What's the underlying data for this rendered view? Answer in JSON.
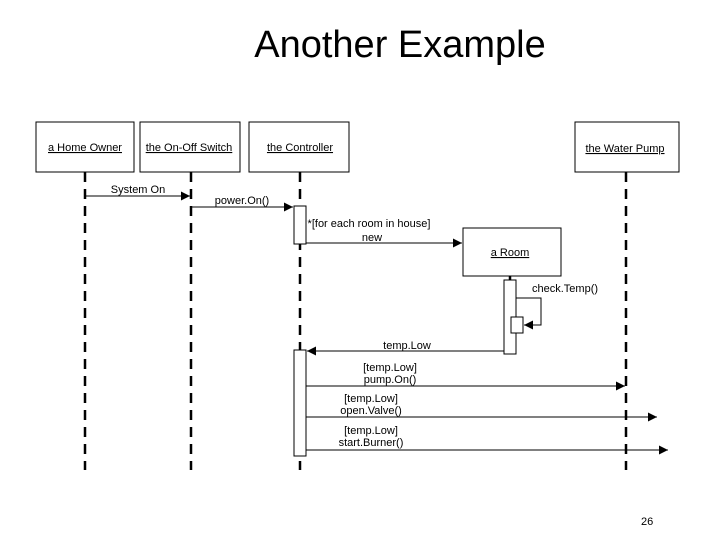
{
  "slide": {
    "title": "Another Example",
    "page_number": "26"
  },
  "diagram": {
    "objects": {
      "home_owner": "a Home Owner",
      "on_off_switch": "the On-Off Switch",
      "controller": "the Controller",
      "water_pump": "the Water Pump",
      "room": "a Room"
    },
    "messages": {
      "system_on": "System On",
      "power_on": "power.On()",
      "for_each_room": "*[for each room in house]",
      "new": "new",
      "check_temp": "check.Temp()",
      "temp_low": "temp.Low",
      "pump_guard": "[temp.Low]",
      "pump_on": "pump.On()",
      "valve_guard": "[temp.Low]",
      "open_valve": "open.Valve()",
      "burner_guard": "[temp.Low]",
      "start_burner": "start.Burner()"
    }
  }
}
